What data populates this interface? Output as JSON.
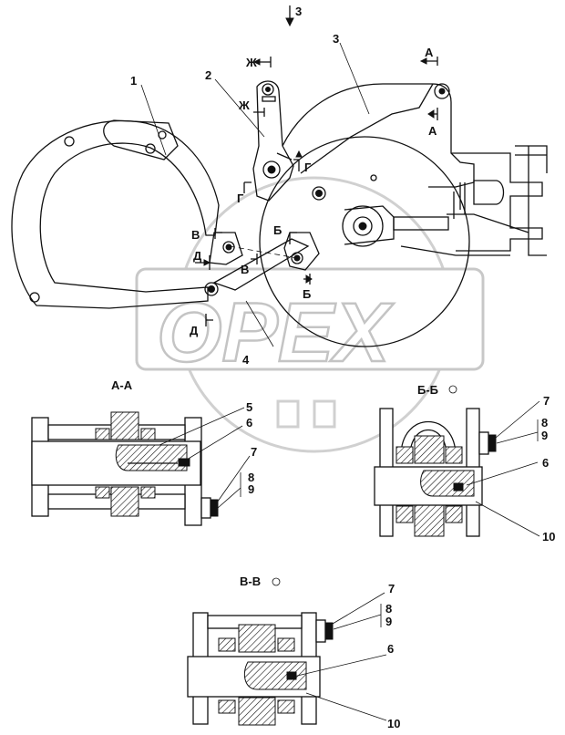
{
  "top_view_arrow": "3",
  "main_view": {
    "part_labels": [
      "1",
      "2",
      "3",
      "4"
    ],
    "cut_marks": {
      "a": "А",
      "b": "Б",
      "v": "В",
      "g": "Г",
      "d": "Д",
      "zh": "Ж"
    }
  },
  "sections": {
    "aa": {
      "title": "А-А",
      "labels": [
        "5",
        "6",
        "7",
        "8",
        "9"
      ]
    },
    "bb": {
      "title": "Б-Б",
      "labels": [
        "7",
        "8",
        "9",
        "6",
        "10"
      ]
    },
    "vv": {
      "title": "В-В",
      "labels": [
        "7",
        "8",
        "9",
        "6",
        "10"
      ]
    }
  },
  "watermark": "OPEX"
}
